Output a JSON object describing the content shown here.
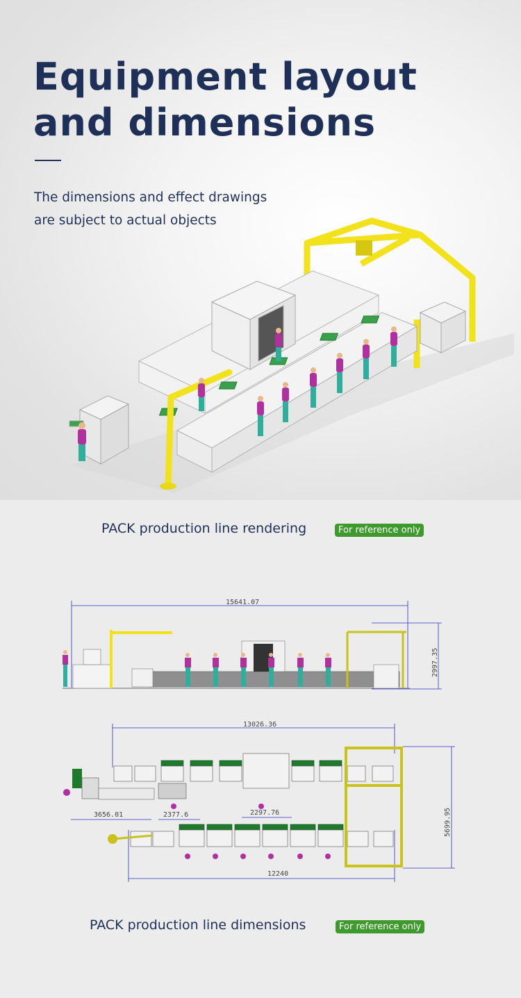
{
  "header": {
    "title": "Equipment layout and dimensions",
    "subtitle_line1": "The dimensions and effect drawings",
    "subtitle_line2": "are subject to actual objects"
  },
  "rendering": {
    "caption": "PACK production line rendering",
    "badge": "For reference only"
  },
  "dimensions": {
    "caption": "PACK production line dimensions",
    "badge": "For reference only",
    "side_total_length": "15641.07",
    "side_height": "2997.35",
    "top_total_length": "13026.36",
    "top_seg1": "3656.01",
    "top_seg2": "2377.6",
    "top_seg3": "2297.76",
    "top_bottom_length": "12240",
    "top_width": "5699.95"
  },
  "colors": {
    "navy": "#1f3058",
    "badge_green": "#3e9a2d",
    "frame_yellow": "#f2e21b",
    "module_green": "#1e7a2d",
    "worker_magenta": "#b0309e",
    "dim_blue": "#3030c8"
  }
}
